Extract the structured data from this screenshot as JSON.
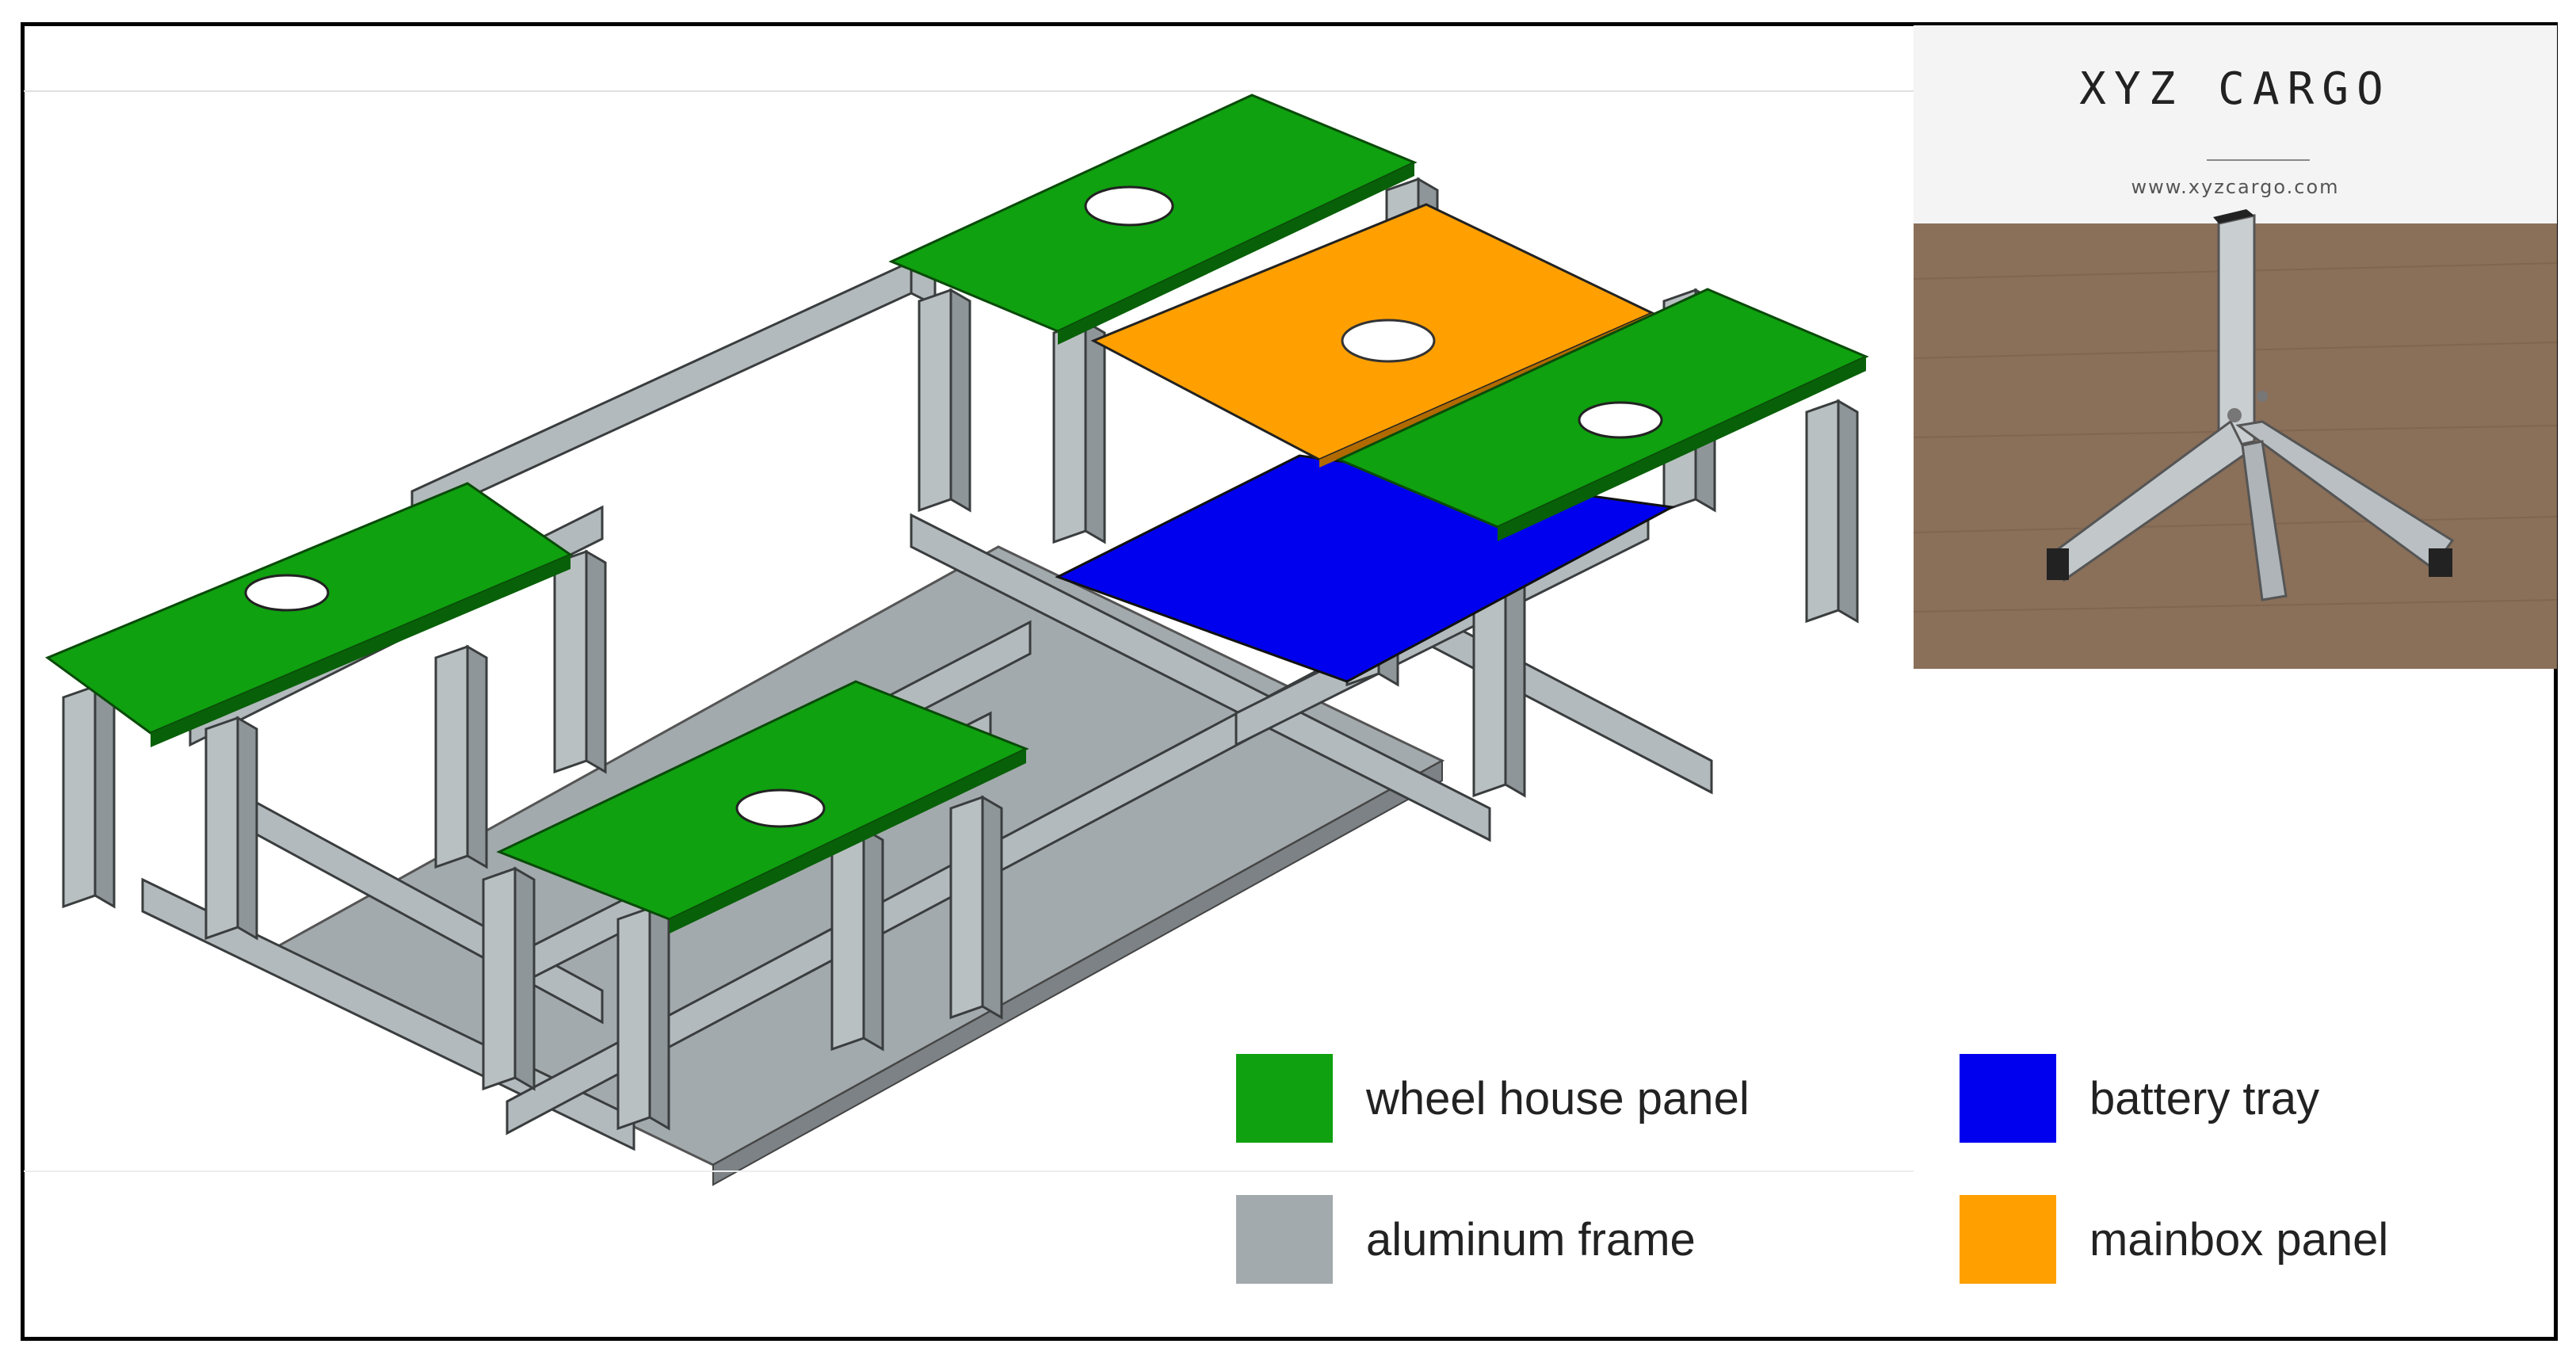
{
  "colors": {
    "wheel_house_panel": "#0fa10f",
    "battery_tray": "#0000ee",
    "aluminum_frame": "#a3aaad",
    "mainbox_panel": "#ffa000"
  },
  "legend": [
    {
      "label": "wheel house panel",
      "color": "#0fa10f"
    },
    {
      "label": "battery tray",
      "color": "#0000ee"
    },
    {
      "label": "aluminum frame",
      "color": "#a3aaad"
    },
    {
      "label": "mainbox panel",
      "color": "#ffa000"
    }
  ],
  "photo": {
    "brand": "XYZ CARGO",
    "url": "www.xyzcargo.com"
  }
}
